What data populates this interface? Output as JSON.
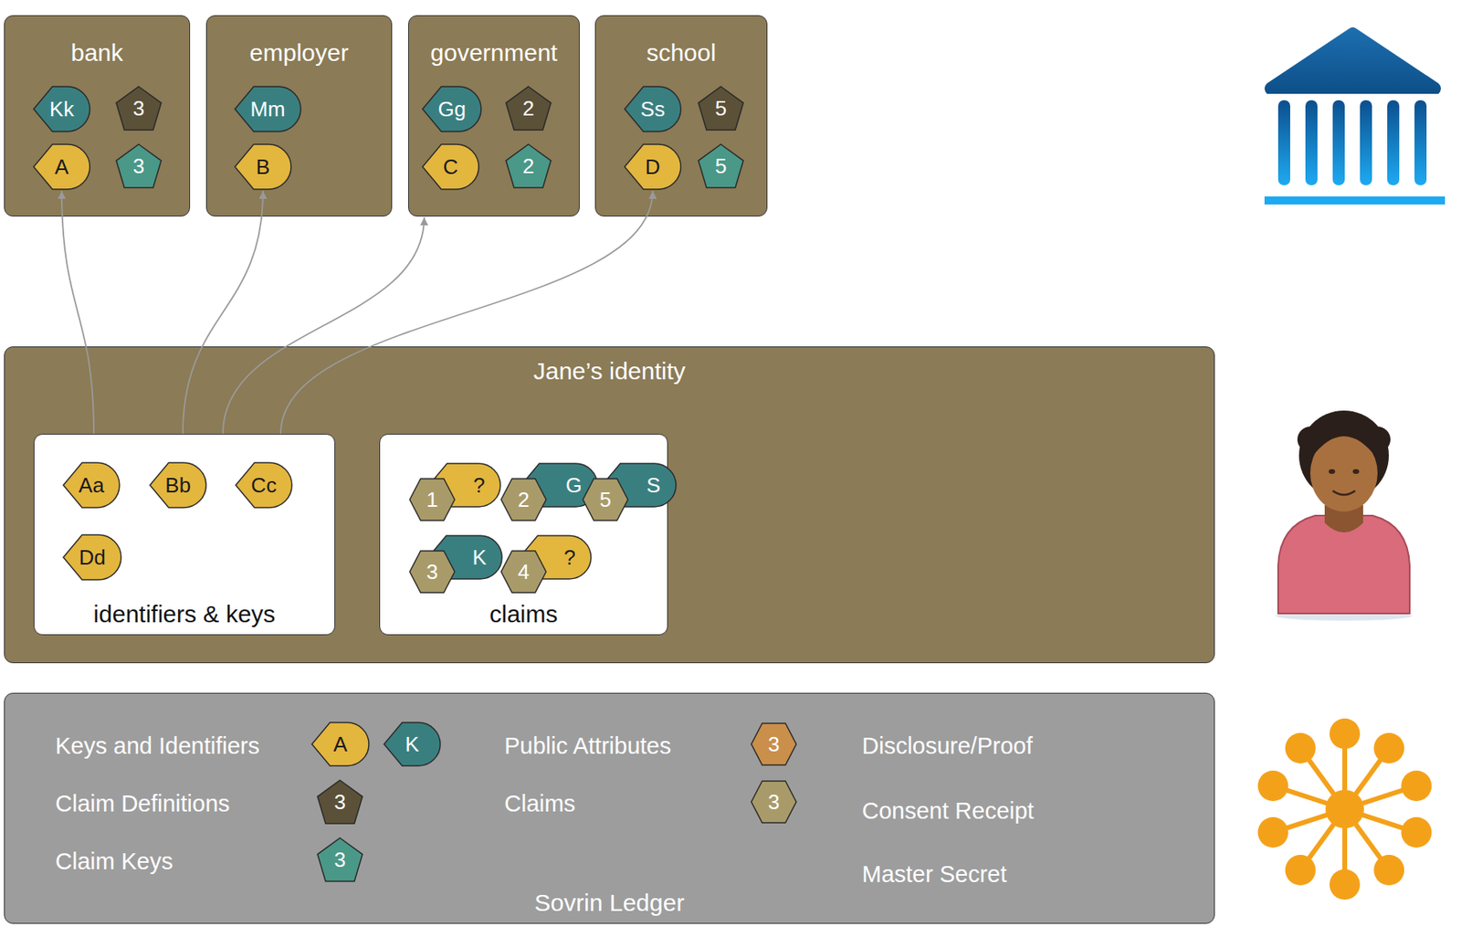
{
  "diagram": {
    "nodes": [
      {
        "text": [
          "bank"
        ]
      },
      {
        "text": [
          "Kk"
        ],
        "in": 0
      },
      {
        "text": [
          "3"
        ],
        "in": 0
      },
      {
        "text": [
          "A"
        ],
        "in": 0
      },
      {
        "text": [
          "3"
        ],
        "in": 0
      },
      {
        "text": [
          "employer"
        ]
      },
      {
        "text": [
          "Mm"
        ],
        "in": 5
      },
      {
        "text": [
          "B"
        ],
        "in": 5
      },
      {
        "text": [
          "government"
        ]
      },
      {
        "text": [
          "Gg"
        ],
        "in": 8
      },
      {
        "text": [
          "2"
        ],
        "in": 8
      },
      {
        "text": [
          "C"
        ],
        "in": 8
      },
      {
        "text": [
          "2"
        ],
        "in": 8
      },
      {
        "text": [
          "school"
        ]
      },
      {
        "text": [
          "Ss"
        ],
        "in": 13
      },
      {
        "text": [
          "5"
        ],
        "in": 13
      },
      {
        "text": [
          "D"
        ],
        "in": 13
      },
      {
        "text": [
          "5"
        ],
        "in": 13
      },
      {
        "text": [
          "Jane’s identity"
        ]
      },
      {
        "text": [
          "identifiers & keys"
        ],
        "in": 18
      },
      {
        "text": [
          "Aa"
        ],
        "in": 19
      },
      {
        "text": [
          "Bb"
        ],
        "in": 19
      },
      {
        "text": [
          "Cc"
        ],
        "in": 19
      },
      {
        "text": [
          "Dd"
        ],
        "in": 19
      },
      {
        "text": [
          "claims"
        ],
        "in": 18
      },
      {
        "text": [
          "?"
        ],
        "in": 24
      },
      {
        "text": [
          "1"
        ],
        "in": 24
      },
      {
        "text": [
          "G"
        ],
        "in": 24
      },
      {
        "text": [
          "2"
        ],
        "in": 24
      },
      {
        "text": [
          "S"
        ],
        "in": 24
      },
      {
        "text": [
          "5"
        ],
        "in": 24
      },
      {
        "text": [
          "K"
        ],
        "in": 24
      },
      {
        "text": [
          "3"
        ],
        "in": 24
      },
      {
        "text": [
          "?"
        ],
        "in": 24
      },
      {
        "text": [
          "4"
        ],
        "in": 24
      },
      {
        "text": [
          "Sovrin Ledger"
        ]
      },
      {
        "text": [
          "A"
        ],
        "in": 35
      },
      {
        "text": [
          "K"
        ],
        "in": 35
      },
      {
        "text": [
          "3"
        ],
        "in": 35
      },
      {
        "text": [
          "3"
        ],
        "in": 35
      },
      {
        "text": [
          "3"
        ],
        "in": 35
      },
      {
        "text": [
          "3"
        ],
        "in": 35
      }
    ],
    "edges": [
      {
        "from": 19,
        "to": 3,
        "arrow": "to"
      },
      {
        "from": 19,
        "to": 7,
        "arrow": "to"
      },
      {
        "from": 19,
        "to": 8,
        "arrow": "to"
      },
      {
        "from": 19,
        "to": 16,
        "arrow": "to"
      }
    ],
    "legend": [
      {
        "text": "Keys and Identifiers"
      },
      {
        "text": "Claim Definitions"
      },
      {
        "text": "Claim Keys"
      },
      {
        "text": "Public Attributes"
      },
      {
        "text": "Claims"
      },
      {
        "text": "Disclosure/Proof"
      },
      {
        "text": "Consent Receipt"
      },
      {
        "text": "Master Secret"
      }
    ]
  }
}
